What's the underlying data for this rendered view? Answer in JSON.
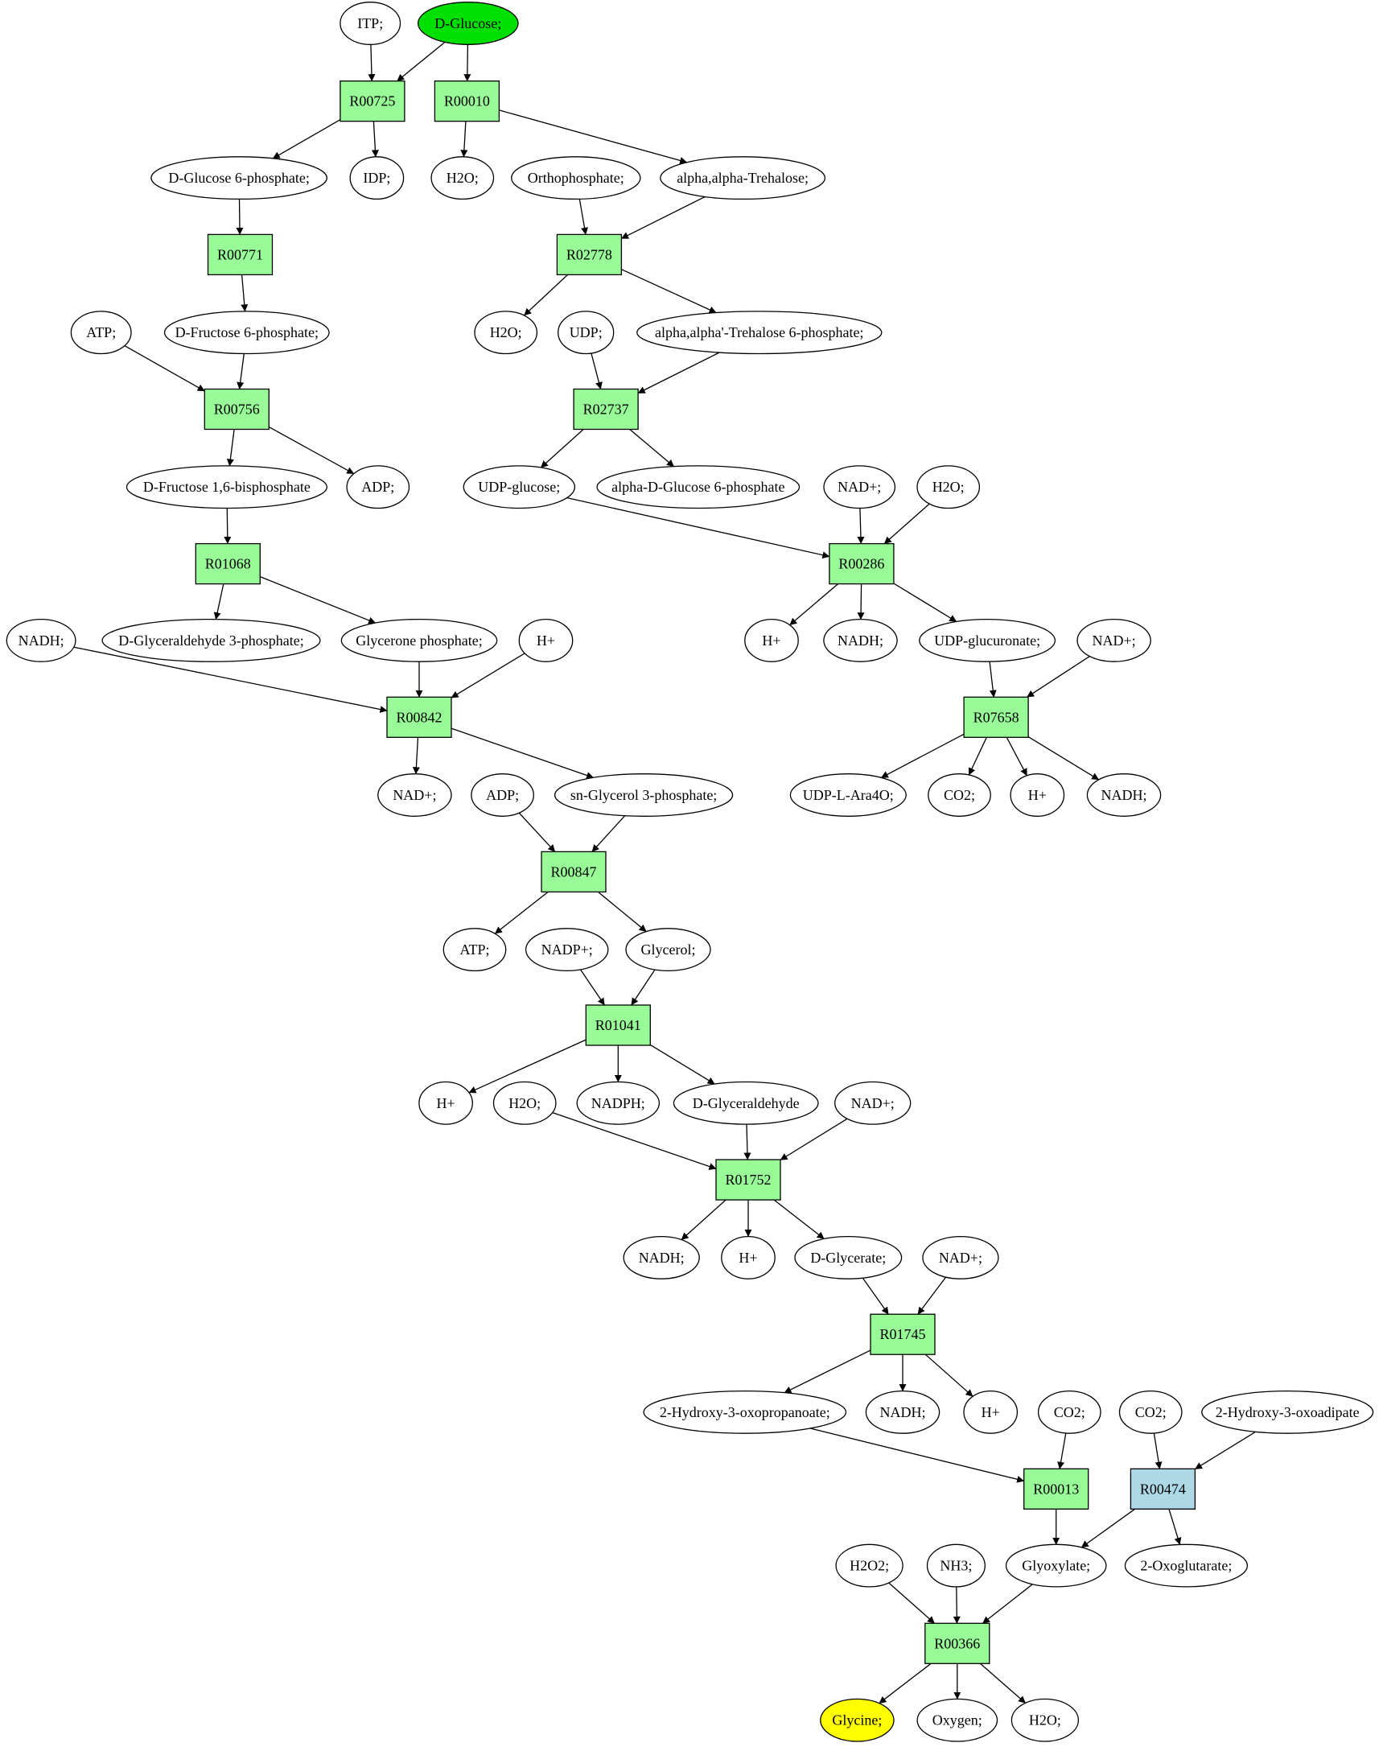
{
  "colors": {
    "reaction": "#98fb98",
    "reaction_alt": "#add8e6",
    "start_compound": "#00e000",
    "target_compound": "#ffff00",
    "compound": "#ffffff",
    "stroke": "#000000"
  },
  "reactions": [
    {
      "id": "r_R00725",
      "label": "R00725"
    },
    {
      "id": "r_R00010",
      "label": "R00010"
    },
    {
      "id": "r_R00771",
      "label": "R00771"
    },
    {
      "id": "r_R02778",
      "label": "R02778"
    },
    {
      "id": "r_R00756",
      "label": "R00756"
    },
    {
      "id": "r_R02737",
      "label": "R02737"
    },
    {
      "id": "r_R01068",
      "label": "R01068"
    },
    {
      "id": "r_R00286",
      "label": "R00286"
    },
    {
      "id": "r_R00842",
      "label": "R00842"
    },
    {
      "id": "r_R07658",
      "label": "R07658"
    },
    {
      "id": "r_R00847",
      "label": "R00847"
    },
    {
      "id": "r_R01041",
      "label": "R01041"
    },
    {
      "id": "r_R01752",
      "label": "R01752"
    },
    {
      "id": "r_R01745",
      "label": "R01745"
    },
    {
      "id": "r_R00013",
      "label": "R00013"
    },
    {
      "id": "r_R00474",
      "label": "R00474"
    },
    {
      "id": "r_R00366",
      "label": "R00366"
    }
  ],
  "compounds": [
    {
      "id": "c_itp",
      "label": "ITP;"
    },
    {
      "id": "c_dglucose",
      "label": "D-Glucose;"
    },
    {
      "id": "c_g6p",
      "label": "D-Glucose 6-phosphate;"
    },
    {
      "id": "c_idp",
      "label": "IDP;"
    },
    {
      "id": "c_h2o_1",
      "label": "H2O;"
    },
    {
      "id": "c_ortho",
      "label": "Orthophosphate;"
    },
    {
      "id": "c_trehalose",
      "label": "alpha,alpha-Trehalose;"
    },
    {
      "id": "c_atp_1",
      "label": "ATP;"
    },
    {
      "id": "c_f6p",
      "label": "D-Fructose 6-phosphate;"
    },
    {
      "id": "c_h2o_2",
      "label": "H2O;"
    },
    {
      "id": "c_udp",
      "label": "UDP;"
    },
    {
      "id": "c_t6p",
      "label": "alpha,alpha'-Trehalose 6-phosphate;"
    },
    {
      "id": "c_fbp",
      "label": "D-Fructose 1,6-bisphosphate"
    },
    {
      "id": "c_adp_1",
      "label": "ADP;"
    },
    {
      "id": "c_udpglc",
      "label": "UDP-glucose;"
    },
    {
      "id": "c_adg6p",
      "label": "alpha-D-Glucose 6-phosphate"
    },
    {
      "id": "c_nad_1",
      "label": "NAD+;"
    },
    {
      "id": "c_h2o_3",
      "label": "H2O;"
    },
    {
      "id": "c_nadh_1",
      "label": "NADH;"
    },
    {
      "id": "c_gap",
      "label": "D-Glyceraldehyde 3-phosphate;"
    },
    {
      "id": "c_dhap",
      "label": "Glycerone phosphate;"
    },
    {
      "id": "c_h_1",
      "label": "H+"
    },
    {
      "id": "c_h_2",
      "label": "H+"
    },
    {
      "id": "c_nadh_2",
      "label": "NADH;"
    },
    {
      "id": "c_udpglcu",
      "label": "UDP-glucuronate;"
    },
    {
      "id": "c_nad_2",
      "label": "NAD+;"
    },
    {
      "id": "c_nad_3",
      "label": "NAD+;"
    },
    {
      "id": "c_adp_2",
      "label": "ADP;"
    },
    {
      "id": "c_g3p",
      "label": "sn-Glycerol 3-phosphate;"
    },
    {
      "id": "c_udpara",
      "label": "UDP-L-Ara4O;"
    },
    {
      "id": "c_co2_1",
      "label": "CO2;"
    },
    {
      "id": "c_h_3",
      "label": "H+"
    },
    {
      "id": "c_nadh_3",
      "label": "NADH;"
    },
    {
      "id": "c_atp_2",
      "label": "ATP;"
    },
    {
      "id": "c_nadp",
      "label": "NADP+;"
    },
    {
      "id": "c_glycerol",
      "label": "Glycerol;"
    },
    {
      "id": "c_h_4",
      "label": "H+"
    },
    {
      "id": "c_h2o_4",
      "label": "H2O;"
    },
    {
      "id": "c_nadph",
      "label": "NADPH;"
    },
    {
      "id": "c_dglyald",
      "label": "D-Glyceraldehyde"
    },
    {
      "id": "c_nad_4",
      "label": "NAD+;"
    },
    {
      "id": "c_nadh_4",
      "label": "NADH;"
    },
    {
      "id": "c_h_5",
      "label": "H+"
    },
    {
      "id": "c_dglycerate",
      "label": "D-Glycerate;"
    },
    {
      "id": "c_nad_5",
      "label": "NAD+;"
    },
    {
      "id": "c_hop",
      "label": "2-Hydroxy-3-oxopropanoate;"
    },
    {
      "id": "c_nadh_5",
      "label": "NADH;"
    },
    {
      "id": "c_h_6",
      "label": "H+"
    },
    {
      "id": "c_co2_2",
      "label": "CO2;"
    },
    {
      "id": "c_co2_3",
      "label": "CO2;"
    },
    {
      "id": "c_hoa",
      "label": "2-Hydroxy-3-oxoadipate"
    },
    {
      "id": "c_h2o2",
      "label": "H2O2;"
    },
    {
      "id": "c_nh3",
      "label": "NH3;"
    },
    {
      "id": "c_glyoxylate",
      "label": "Glyoxylate;"
    },
    {
      "id": "c_oxoglut",
      "label": "2-Oxoglutarate;"
    },
    {
      "id": "c_glycine",
      "label": "Glycine;"
    },
    {
      "id": "c_oxygen",
      "label": "Oxygen;"
    },
    {
      "id": "c_h2o_5",
      "label": "H2O;"
    }
  ]
}
